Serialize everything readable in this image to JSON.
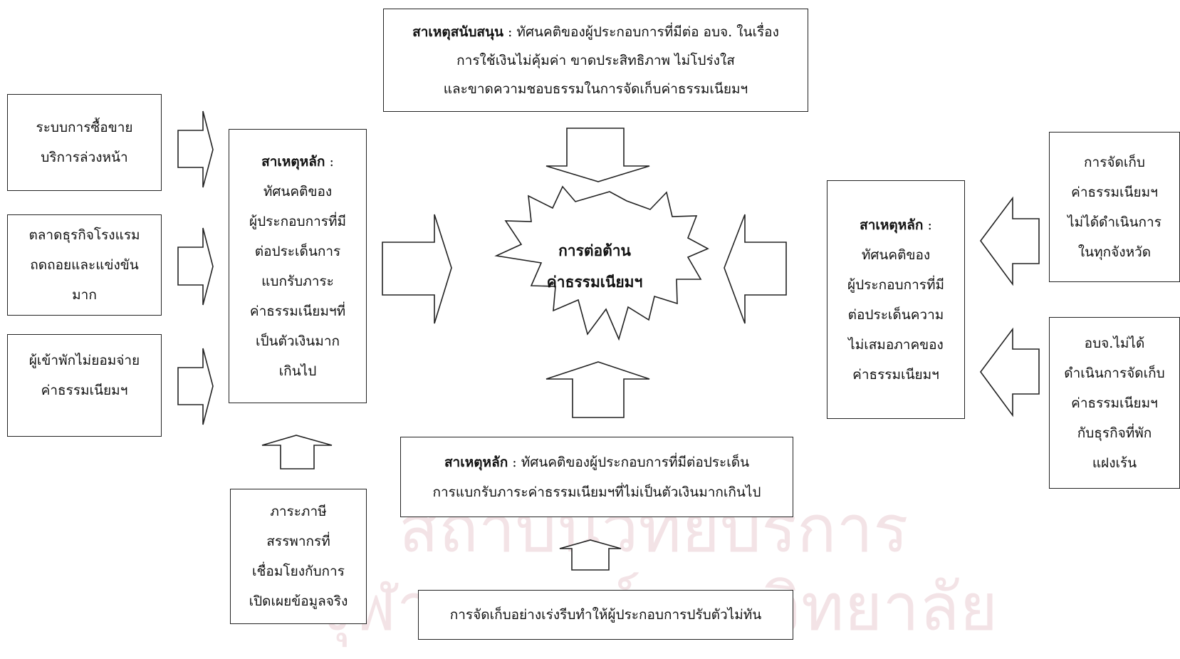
{
  "watermark": {
    "line1": "สถาบันวิทยบริการ",
    "line2": "จุฬาลงกรณ์มหาวิทยาลัย",
    "color": "#f3e3e6"
  },
  "center": {
    "line1": "การต่อต้าน",
    "line2": "ค่าธรรมเนียมฯ"
  },
  "top_box": {
    "bold": "สาเหตุสนับสนุน",
    "line1_rest": " : ทัศนคติของผู้ประกอบการที่มีต่อ อบจ. ในเรื่อง",
    "line2": "การใช้เงินไม่คุ้มค่า ขาดประสิทธิภาพ ไม่โปร่งใส",
    "line3": "และขาดความชอบธรรมในการจัดเก็บค่าธรรมเนียมฯ"
  },
  "left_factors": [
    {
      "lines": [
        "ระบบการซื้อขาย",
        "บริการล่วงหน้า"
      ]
    },
    {
      "lines": [
        "ตลาดธุรกิจโรงแรม",
        "ถดถอยและแข่งขัน",
        "มาก"
      ]
    },
    {
      "lines": [
        "ผู้เข้าพักไม่ยอมจ่าย",
        "ค่าธรรมเนียมฯ"
      ]
    }
  ],
  "left_main": {
    "bold": "สาเหตุหลัก",
    "suffix": " :",
    "lines": [
      "ทัศนคติของ",
      "ผู้ประกอบการที่มี",
      "ต่อประเด็นการ",
      "แบกรับภาระ",
      "ค่าธรรมเนียมฯที่",
      "เป็นตัวเงินมาก",
      "เกินไป"
    ]
  },
  "left_bottom": {
    "lines": [
      "ภาระภาษี",
      "สรรพากรที่",
      "เชื่อมโยงกับการ",
      "เปิดเผยข้อมูลจริง"
    ]
  },
  "bottom_main": {
    "bold": "สาเหตุหลัก",
    "line1_rest": " : ทัศนคติของผู้ประกอบการที่มีต่อประเด็น",
    "line2": "การแบกรับภาระค่าธรรมเนียมฯที่ไม่เป็นตัวเงินมากเกินไป"
  },
  "bottom_factor": {
    "line1": "การจัดเก็บอย่างเร่งรีบทำให้ผู้ประกอบการปรับตัวไม่ทัน"
  },
  "right_main": {
    "bold": "สาเหตุหลัก",
    "suffix": " :",
    "lines": [
      "ทัศนคติของ",
      "ผู้ประกอบการที่มี",
      "ต่อประเด็นความ",
      "ไม่เสมอภาคของ",
      "ค่าธรรมเนียมฯ"
    ]
  },
  "right_factors": [
    {
      "lines": [
        "การจัดเก็บ",
        "ค่าธรรมเนียมฯ",
        "ไม่ได้ดำเนินการ",
        "ในทุกจังหวัด"
      ]
    },
    {
      "lines": [
        "อบจ.ไม่ได้",
        "ดำเนินการจัดเก็บ",
        "ค่าธรรมเนียมฯ",
        "กับธุรกิจที่พัก",
        "แฝงเร้น"
      ]
    }
  ]
}
